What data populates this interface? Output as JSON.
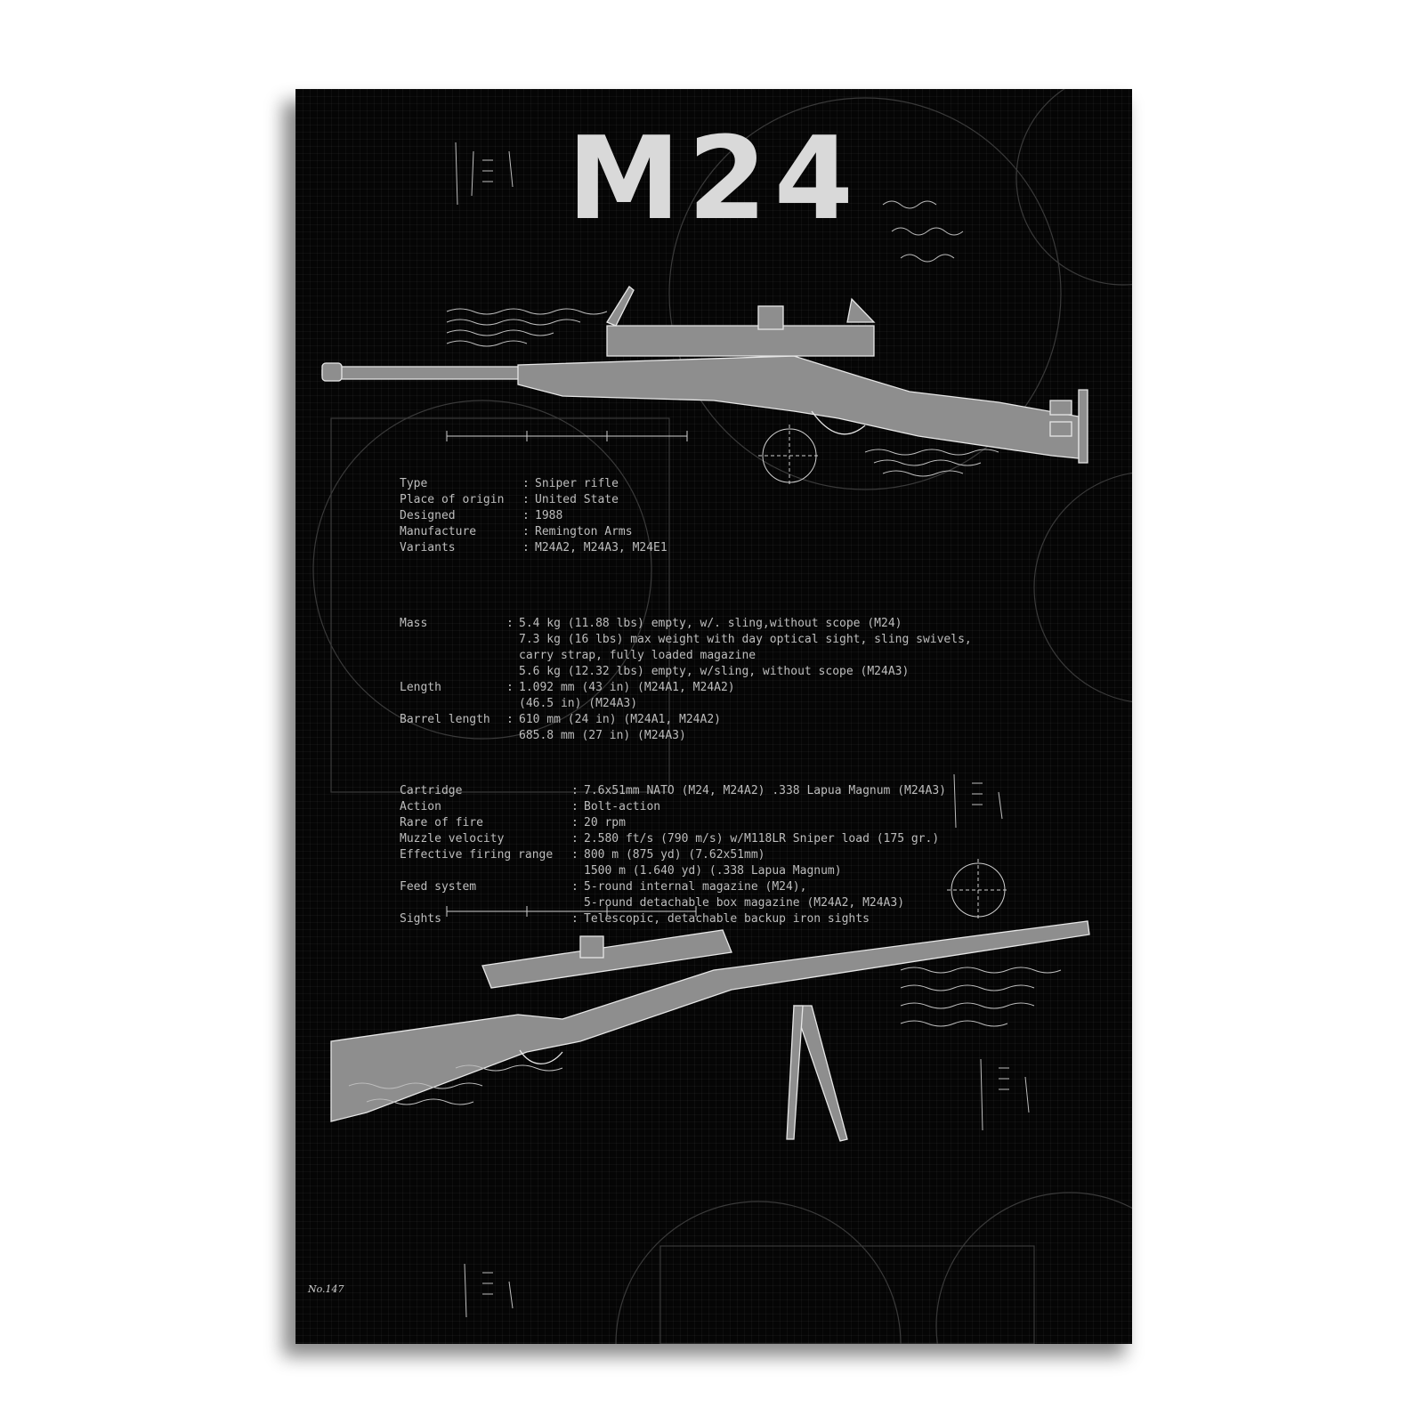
{
  "poster": {
    "title": "M24",
    "stamp": "No.147",
    "colors": {
      "background": "#050505",
      "ink": "#d9d9d9",
      "text": "#bdbdbd"
    },
    "general": [
      {
        "label": "Type",
        "value": "Sniper rifle"
      },
      {
        "label": "Place of origin",
        "value": "United State"
      },
      {
        "label": "Designed",
        "value": "1988"
      },
      {
        "label": "Manufacture",
        "value": "Remington Arms"
      },
      {
        "label": "Variants",
        "value": "M24A2, M24A3, M24E1"
      }
    ],
    "physical": [
      {
        "label": "Mass",
        "lines": [
          "5.4 kg (11.88 lbs) empty, w/. sling,without scope (M24)",
          "7.3 kg (16 lbs) max weight with day optical sight, sling swivels,",
          "carry strap, fully loaded magazine",
          "5.6 kg (12.32 lbs) empty, w/sling, without scope (M24A3)"
        ]
      },
      {
        "label": "Length",
        "lines": [
          "1.092 mm (43 in) (M24A1, M24A2)",
          "(46.5 in) (M24A3)"
        ]
      },
      {
        "label": "Barrel length",
        "lines": [
          "610 mm (24 in) (M24A1, M24A2)",
          "685.8 mm (27 in) (M24A3)"
        ]
      }
    ],
    "performance": [
      {
        "label": "Cartridge",
        "lines": [
          "7.6x51mm NATO (M24, M24A2) .338 Lapua Magnum (M24A3)"
        ]
      },
      {
        "label": "Action",
        "lines": [
          "Bolt-action"
        ]
      },
      {
        "label": "Rare of fire",
        "lines": [
          "20 rpm"
        ]
      },
      {
        "label": "Muzzle velocity",
        "lines": [
          "2.580 ft/s (790 m/s) w/M118LR Sniper load (175 gr.)"
        ]
      },
      {
        "label": "Effective firing range",
        "lines": [
          "800 m (875 yd) (7.62x51mm)",
          "1500 m (1.640 yd) (.338 Lapua Magnum)"
        ]
      },
      {
        "label": "Feed system",
        "lines": [
          "5-round internal magazine (M24),",
          "5-round detachable box magazine (M24A2, M24A3)"
        ]
      },
      {
        "label": "Sights",
        "lines": [
          "Telescopic, detachable backup iron sights"
        ]
      }
    ]
  }
}
